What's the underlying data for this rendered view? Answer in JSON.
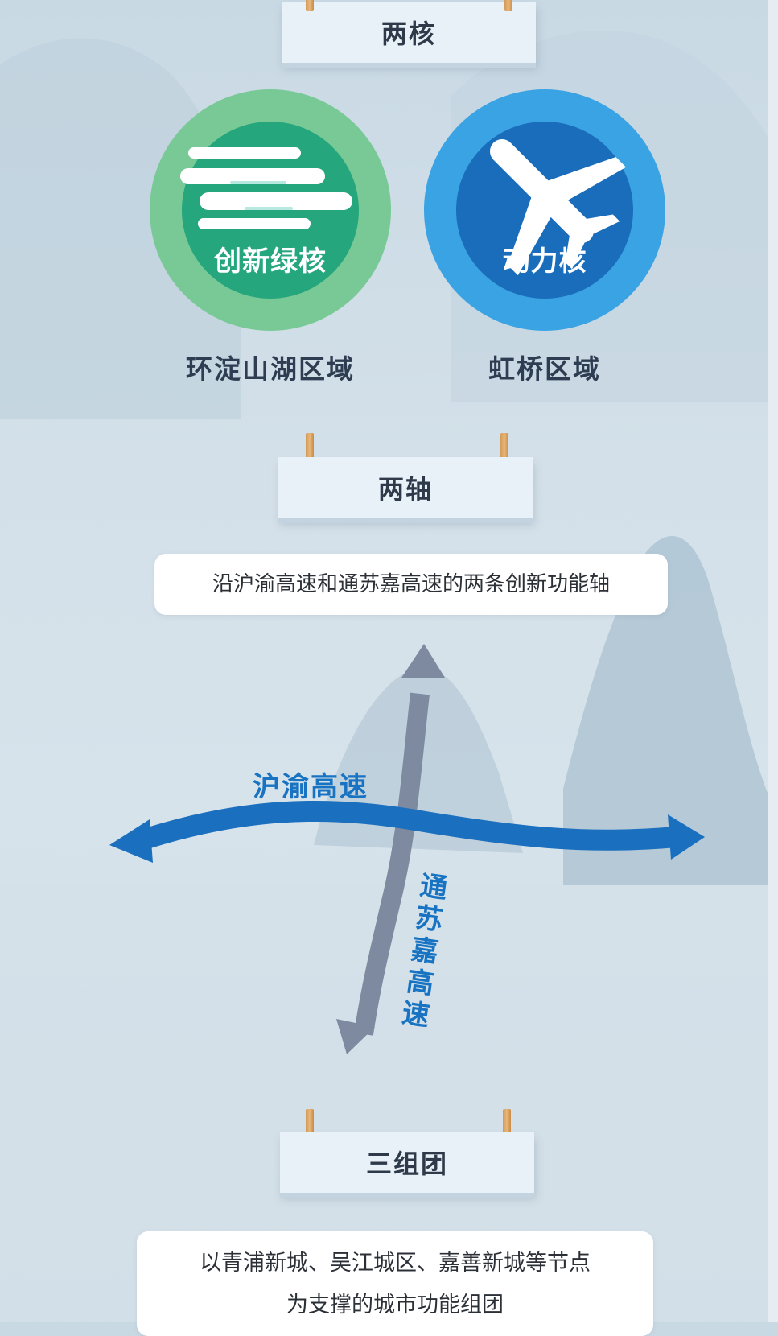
{
  "sections": {
    "two_cores": {
      "title": "两核",
      "cores": [
        {
          "name": "创新绿核",
          "area": "环淀山湖区域",
          "icon": "cloud-icon",
          "ring_color": "#79c997",
          "inner_color": "#25a67c"
        },
        {
          "name": "动力核",
          "area": "虹桥区域",
          "icon": "airplane-icon",
          "ring_color": "#3aa3e3",
          "inner_color": "#1a6dbb"
        }
      ]
    },
    "two_axes": {
      "title": "两轴",
      "description": "沿沪渝高速和通苏嘉高速的两条创新功能轴",
      "horizontal_label": "沪渝高速",
      "vertical_label_chars": [
        "通",
        "苏",
        "嘉",
        "高",
        "速"
      ],
      "horizontal_color": "#1a6fbf",
      "vertical_color": "#7d8aa0"
    },
    "three_clusters": {
      "title": "三组团",
      "description_lines": [
        "以青浦新城、吴江城区、嘉善新城等节点",
        "为支撑的城市功能组团"
      ]
    }
  }
}
